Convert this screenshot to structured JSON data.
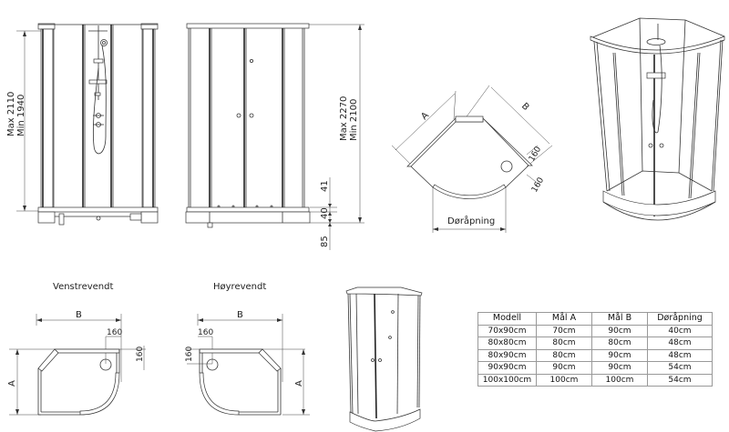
{
  "front_view": {
    "height_label_max": "Max 2110",
    "height_label_min": "Min 1940"
  },
  "side_view": {
    "height_label_max": "Max 2270",
    "height_label_min": "Min 2100",
    "dim_41": "41",
    "dim_40": "40",
    "dim_85": "85"
  },
  "top_view_quarter": {
    "label_a": "A",
    "label_b": "B",
    "dim_160_a": "160",
    "dim_160_b": "160",
    "door_opening_label": "Døråpning"
  },
  "left_variant": {
    "title": "Venstrevendt",
    "label_b": "B",
    "label_a": "A",
    "dim_160_h": "160",
    "dim_160_v": "160"
  },
  "right_variant": {
    "title": "Høyrevendt",
    "label_b": "B",
    "label_a": "A",
    "dim_160_h": "160",
    "dim_160_v": "160"
  },
  "spec_table": {
    "headers": [
      "Modell",
      "Mål A",
      "Mål B",
      "Døråpning"
    ],
    "rows": [
      [
        "70x90cm",
        "70cm",
        "90cm",
        "40cm"
      ],
      [
        "80x80cm",
        "80cm",
        "80cm",
        "48cm"
      ],
      [
        "80x90cm",
        "80cm",
        "90cm",
        "48cm"
      ],
      [
        "90x90cm",
        "90cm",
        "90cm",
        "54cm"
      ],
      [
        "100x100cm",
        "100cm",
        "100cm",
        "54cm"
      ]
    ]
  }
}
